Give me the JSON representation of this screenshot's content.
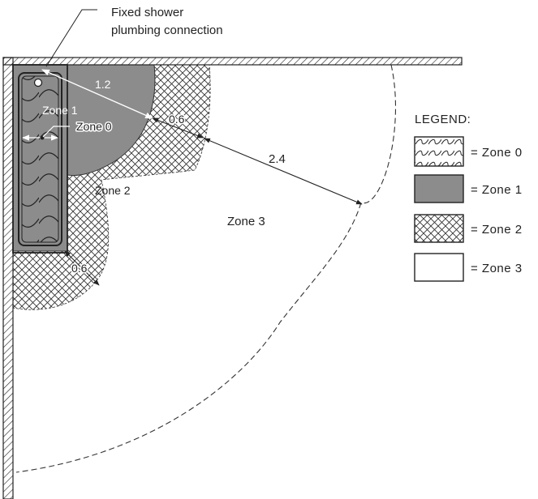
{
  "callout": {
    "line1": "Fixed shower",
    "line2": "plumbing connection"
  },
  "zones": {
    "zone0": "Zone 0",
    "zone1": "Zone 1",
    "zone2": "Zone 2",
    "zone3": "Zone 3"
  },
  "dimensions": {
    "d1": "1.2",
    "d2": "0.6",
    "d3": "2.4",
    "d4": "0.6"
  },
  "legend": {
    "title": "LEGEND:",
    "items": [
      {
        "label": "= Zone 0",
        "pattern": "wavy"
      },
      {
        "label": "= Zone 1",
        "pattern": "grey"
      },
      {
        "label": "= Zone 2",
        "pattern": "crosshatch"
      },
      {
        "label": "= Zone 3",
        "pattern": "white"
      }
    ]
  },
  "colors": {
    "zone1_fill": "#8c8c8c",
    "line": "#222222"
  }
}
